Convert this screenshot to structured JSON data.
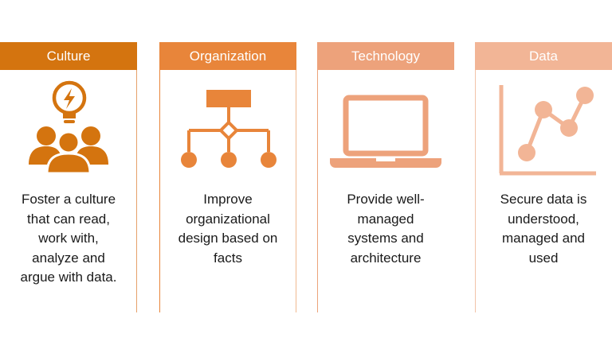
{
  "columns": [
    {
      "title": "Culture",
      "icon": "team-lightbulb-icon",
      "description": "Foster a culture\nthat can read,\nwork with,\nanalyze and\nargue with data.",
      "color": "#d4740f"
    },
    {
      "title": "Organization",
      "icon": "org-chart-icon",
      "description": "Improve\norganizational\ndesign based on\nfacts",
      "color": "#e8853a"
    },
    {
      "title": "Technology",
      "icon": "laptop-icon",
      "description": "Provide well-\nmanaged\nsystems and\narchitecture",
      "color": "#eda27b"
    },
    {
      "title": "Data",
      "icon": "line-chart-icon",
      "description": "Secure data is\nunderstood,\nmanaged and\nused",
      "color": "#f2b596"
    }
  ]
}
